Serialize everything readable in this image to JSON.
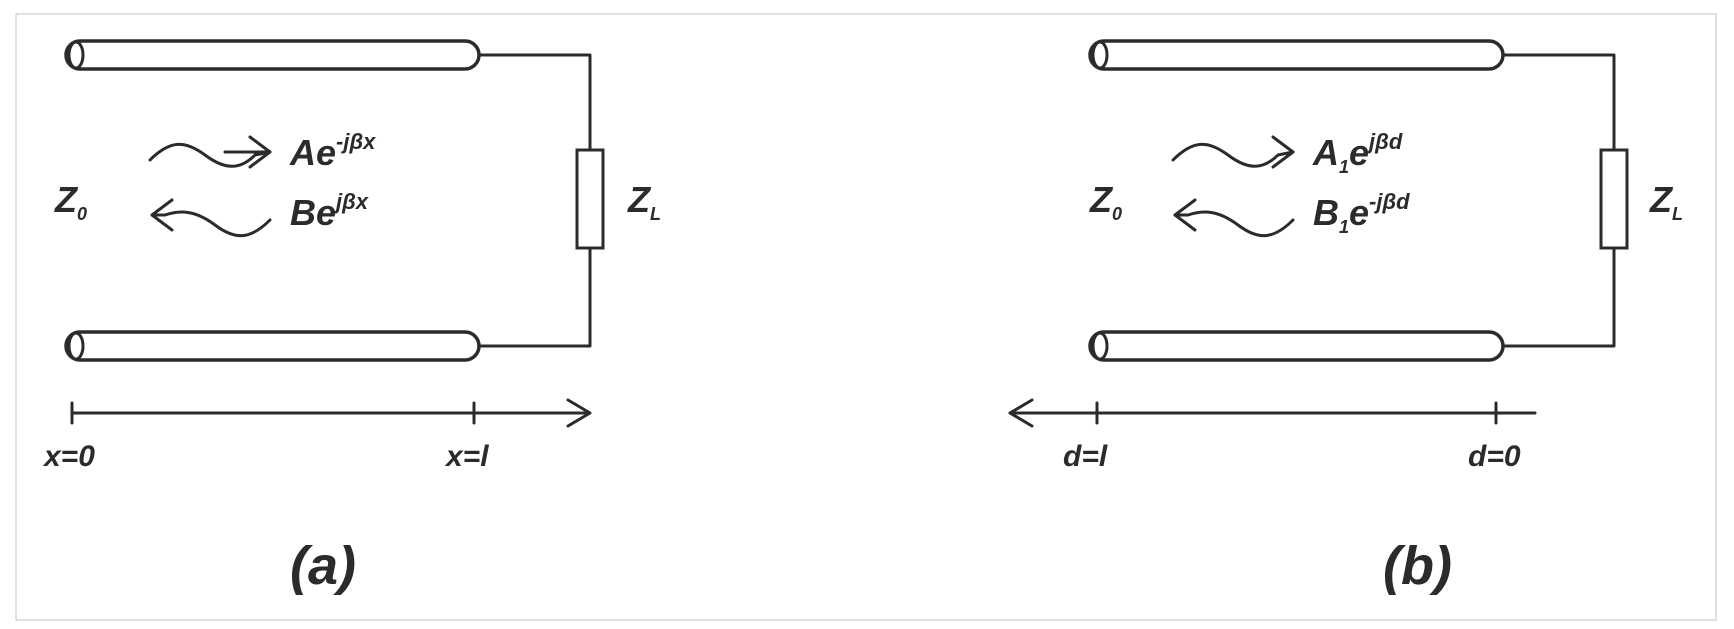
{
  "panels": {
    "a": {
      "caption": "(a)",
      "z0_main": "Z",
      "z0_sub": "0",
      "zl_main": "Z",
      "zl_sub": "L",
      "wave_forward_main": "Ae",
      "wave_forward_sup": "-jβx",
      "wave_backward_main": "Be",
      "wave_backward_sup": "jβx",
      "axis_start_label": "x=0",
      "axis_end_label": "x=l"
    },
    "b": {
      "caption": "(b)",
      "z0_main": "Z",
      "z0_sub": "0",
      "zl_main": "Z",
      "zl_sub": "L",
      "wave_forward_main": "A",
      "wave_forward_sub": "1",
      "wave_forward_e": "e",
      "wave_forward_sup": "jβd",
      "wave_backward_main": "B",
      "wave_backward_sub": "1",
      "wave_backward_e": "e",
      "wave_backward_sup": "-jβd",
      "axis_start_label": "d=l",
      "axis_end_label": "d=0"
    }
  },
  "colors": {
    "ink": "#2b2b2b",
    "frame": "#d6d6d6",
    "background": "#ffffff"
  }
}
